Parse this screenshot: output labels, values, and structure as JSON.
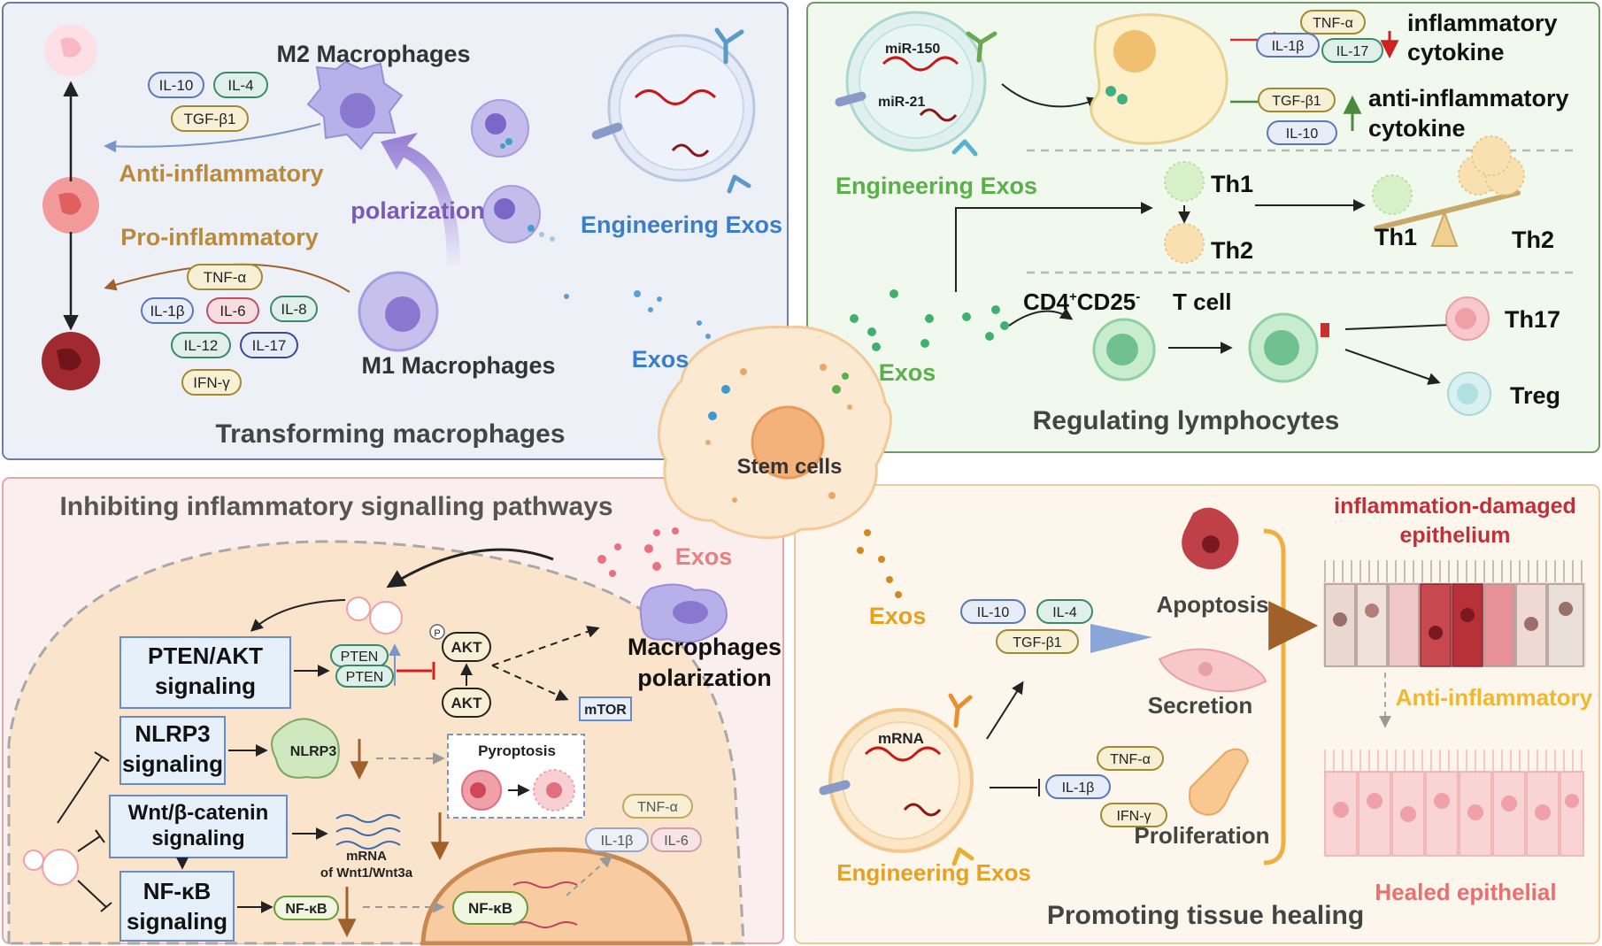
{
  "center": {
    "label": "Stem cells"
  },
  "panels": {
    "macrophages": {
      "title": "Transforming macrophages",
      "m2_label": "M2 Macrophages",
      "m1_label": "M1 Macrophages",
      "anti_label": "Anti-inflammatory",
      "pro_label": "Pro-inflammatory",
      "polarization": "polarization",
      "eng_exos": "Engineering Exos",
      "exos": "Exos",
      "m2_cytokines": [
        "IL-10",
        "IL-4",
        "TGF-β1"
      ],
      "m1_cytokines": [
        "TNF-α",
        "IL-1β",
        "IL-6",
        "IL-8",
        "IL-12",
        "IL-17",
        "IFN-γ"
      ]
    },
    "lymphocytes": {
      "title": "Regulating lymphocytes",
      "mir150": "miR-150",
      "mir21": "miR-21",
      "eng_exos": "Engineering Exos",
      "exos": "Exos",
      "down_cytokines": [
        "TNF-α",
        "IL-1β",
        "IL-17"
      ],
      "up_cytokines": [
        "TGF-β1",
        "IL-10"
      ],
      "inflam_line1": "inflammatory",
      "inflam_line2": "cytokine",
      "anti_line1": "anti-inflammatory",
      "anti_line2": "cytokine",
      "th1": "Th1",
      "th2": "Th2",
      "balance_th1": "Th1",
      "balance_th2": "Th2",
      "cd4_main": "CD4",
      "cd4_sup": "+",
      "cd25_main": "CD25",
      "cd25_sup": "-",
      "tcell": "T cell",
      "th17": "Th17",
      "treg": "Treg"
    },
    "signalling": {
      "title": "Inhibiting inflammatory signalling pathways",
      "exos": "Exos",
      "pathways": [
        "PTEN/AKT signaling",
        "NLRP3 signaling",
        "Wnt/β-catenin signaling",
        "NF-κB signaling"
      ],
      "pten": "PTEN",
      "akt": "AKT",
      "p": "P",
      "mtor": "mTOR",
      "macro_pol_line1": "Macrophages",
      "macro_pol_line2": "polarization",
      "nlrp3": "NLRP3",
      "pyroptosis": "Pyroptosis",
      "mrna_line1": "mRNA",
      "mrna_line2": "of Wnt1/Wnt3a",
      "nfkb": "NF-κB",
      "out_cytokines": [
        "TNF-α",
        "IL-1β",
        "IL-6"
      ]
    },
    "healing": {
      "title": "Promoting tissue healing",
      "exos": "Exos",
      "eng_exos": "Engineering Exos",
      "mrna": "mRNA",
      "up_cytokines": [
        "IL-10",
        "IL-4",
        "TGF-β1"
      ],
      "down_cytokines": [
        "TNF-α",
        "IL-1β",
        "IFN-γ"
      ],
      "apoptosis": "Apoptosis",
      "secretion": "Secretion",
      "proliferation": "Proliferation",
      "damaged_line1": "inflammation-damaged",
      "damaged_line2": "epithelium",
      "anti": "Anti-inflammatory",
      "healed": "Healed epithelial"
    }
  },
  "colors": {
    "tl_bg": "#eef0f8",
    "tl_border": "#6a7fa8",
    "tr_bg": "#f1f8ee",
    "tr_border": "#6f9a62",
    "bl_bg": "#fbeeee",
    "bl_border": "#e0aaa8",
    "br_bg": "#fdf6ec",
    "br_border": "#e8c9a0",
    "orange_text": "#e8a020",
    "green_text": "#5ab04a",
    "blue_text": "#3a7ec8",
    "brown_text": "#c08a30",
    "pink_text": "#e06a6a",
    "red_text": "#c0303a",
    "purple": "#8a72c8"
  }
}
